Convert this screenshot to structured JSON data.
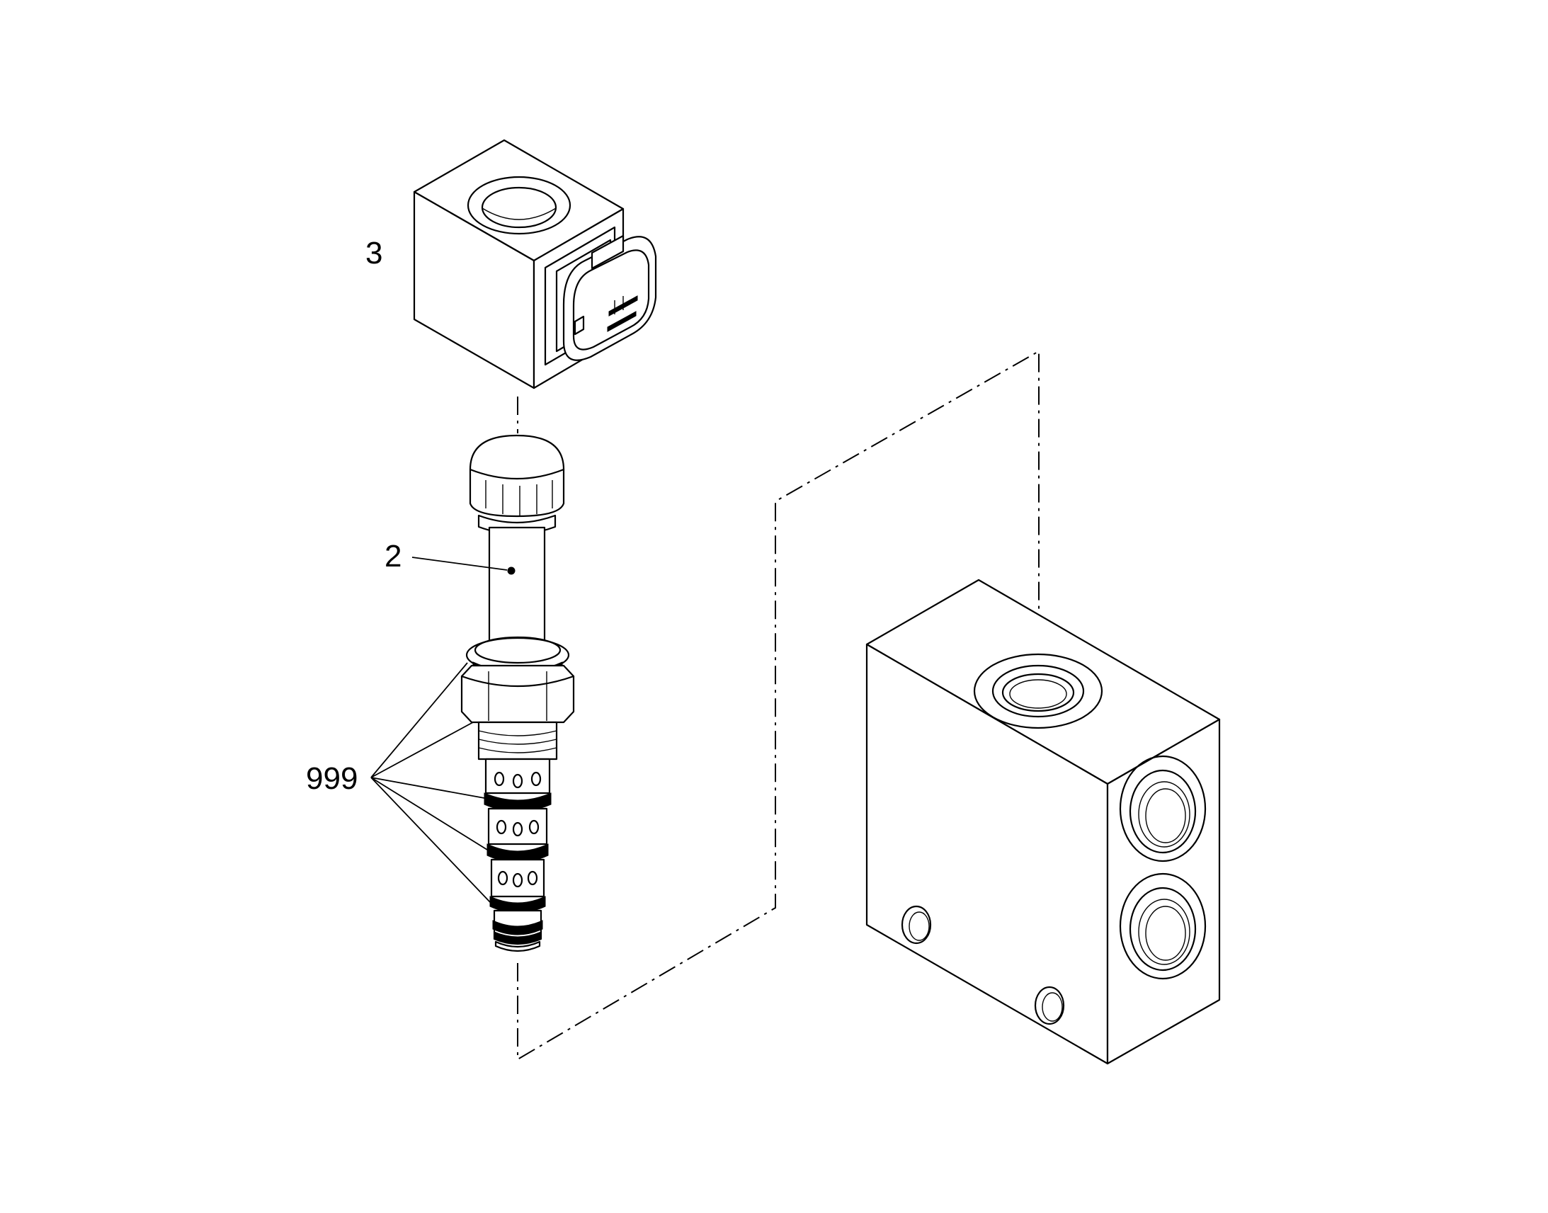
{
  "callouts": {
    "part_3": "3",
    "part_2": "2",
    "part_999": "999"
  },
  "colors": {
    "ink": "#000000",
    "paper": "#ffffff"
  }
}
